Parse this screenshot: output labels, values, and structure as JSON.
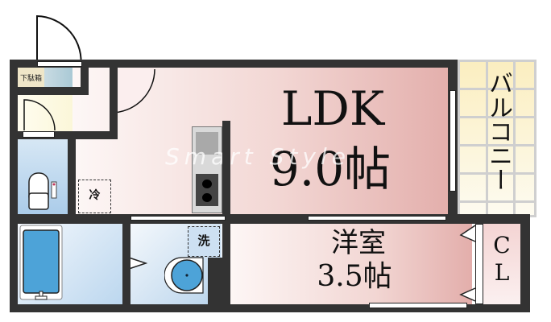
{
  "watermark": "Smart Style",
  "rooms": {
    "ldk": {
      "name": "LDK",
      "size": "9.0帖",
      "color_start": "#fbf3f1",
      "color_end": "#e6b5b2"
    },
    "western": {
      "name": "洋室",
      "size": "3.5帖",
      "color_start": "#fdf6f5",
      "color_end": "#e6b5b2"
    },
    "balcony": {
      "name": "バルコニー",
      "color": "#fbf3d6"
    },
    "closet": {
      "name": "CL",
      "color": "#f7e0df"
    },
    "entrance": {
      "color": "#fbf8d8"
    },
    "shoe_box": {
      "label": "下駄箱",
      "color": "#efe6c8"
    },
    "toilet": {
      "color": "#bcd7ef"
    },
    "bath": {
      "color": "#c9e0f3"
    },
    "washroom": {
      "color": "#d3e6f6"
    }
  },
  "fixtures": {
    "fridge": {
      "label": "冷"
    },
    "washer": {
      "label": "洗"
    }
  },
  "colors": {
    "wall": "#333333",
    "balcony_border": "#cfcfcf"
  }
}
